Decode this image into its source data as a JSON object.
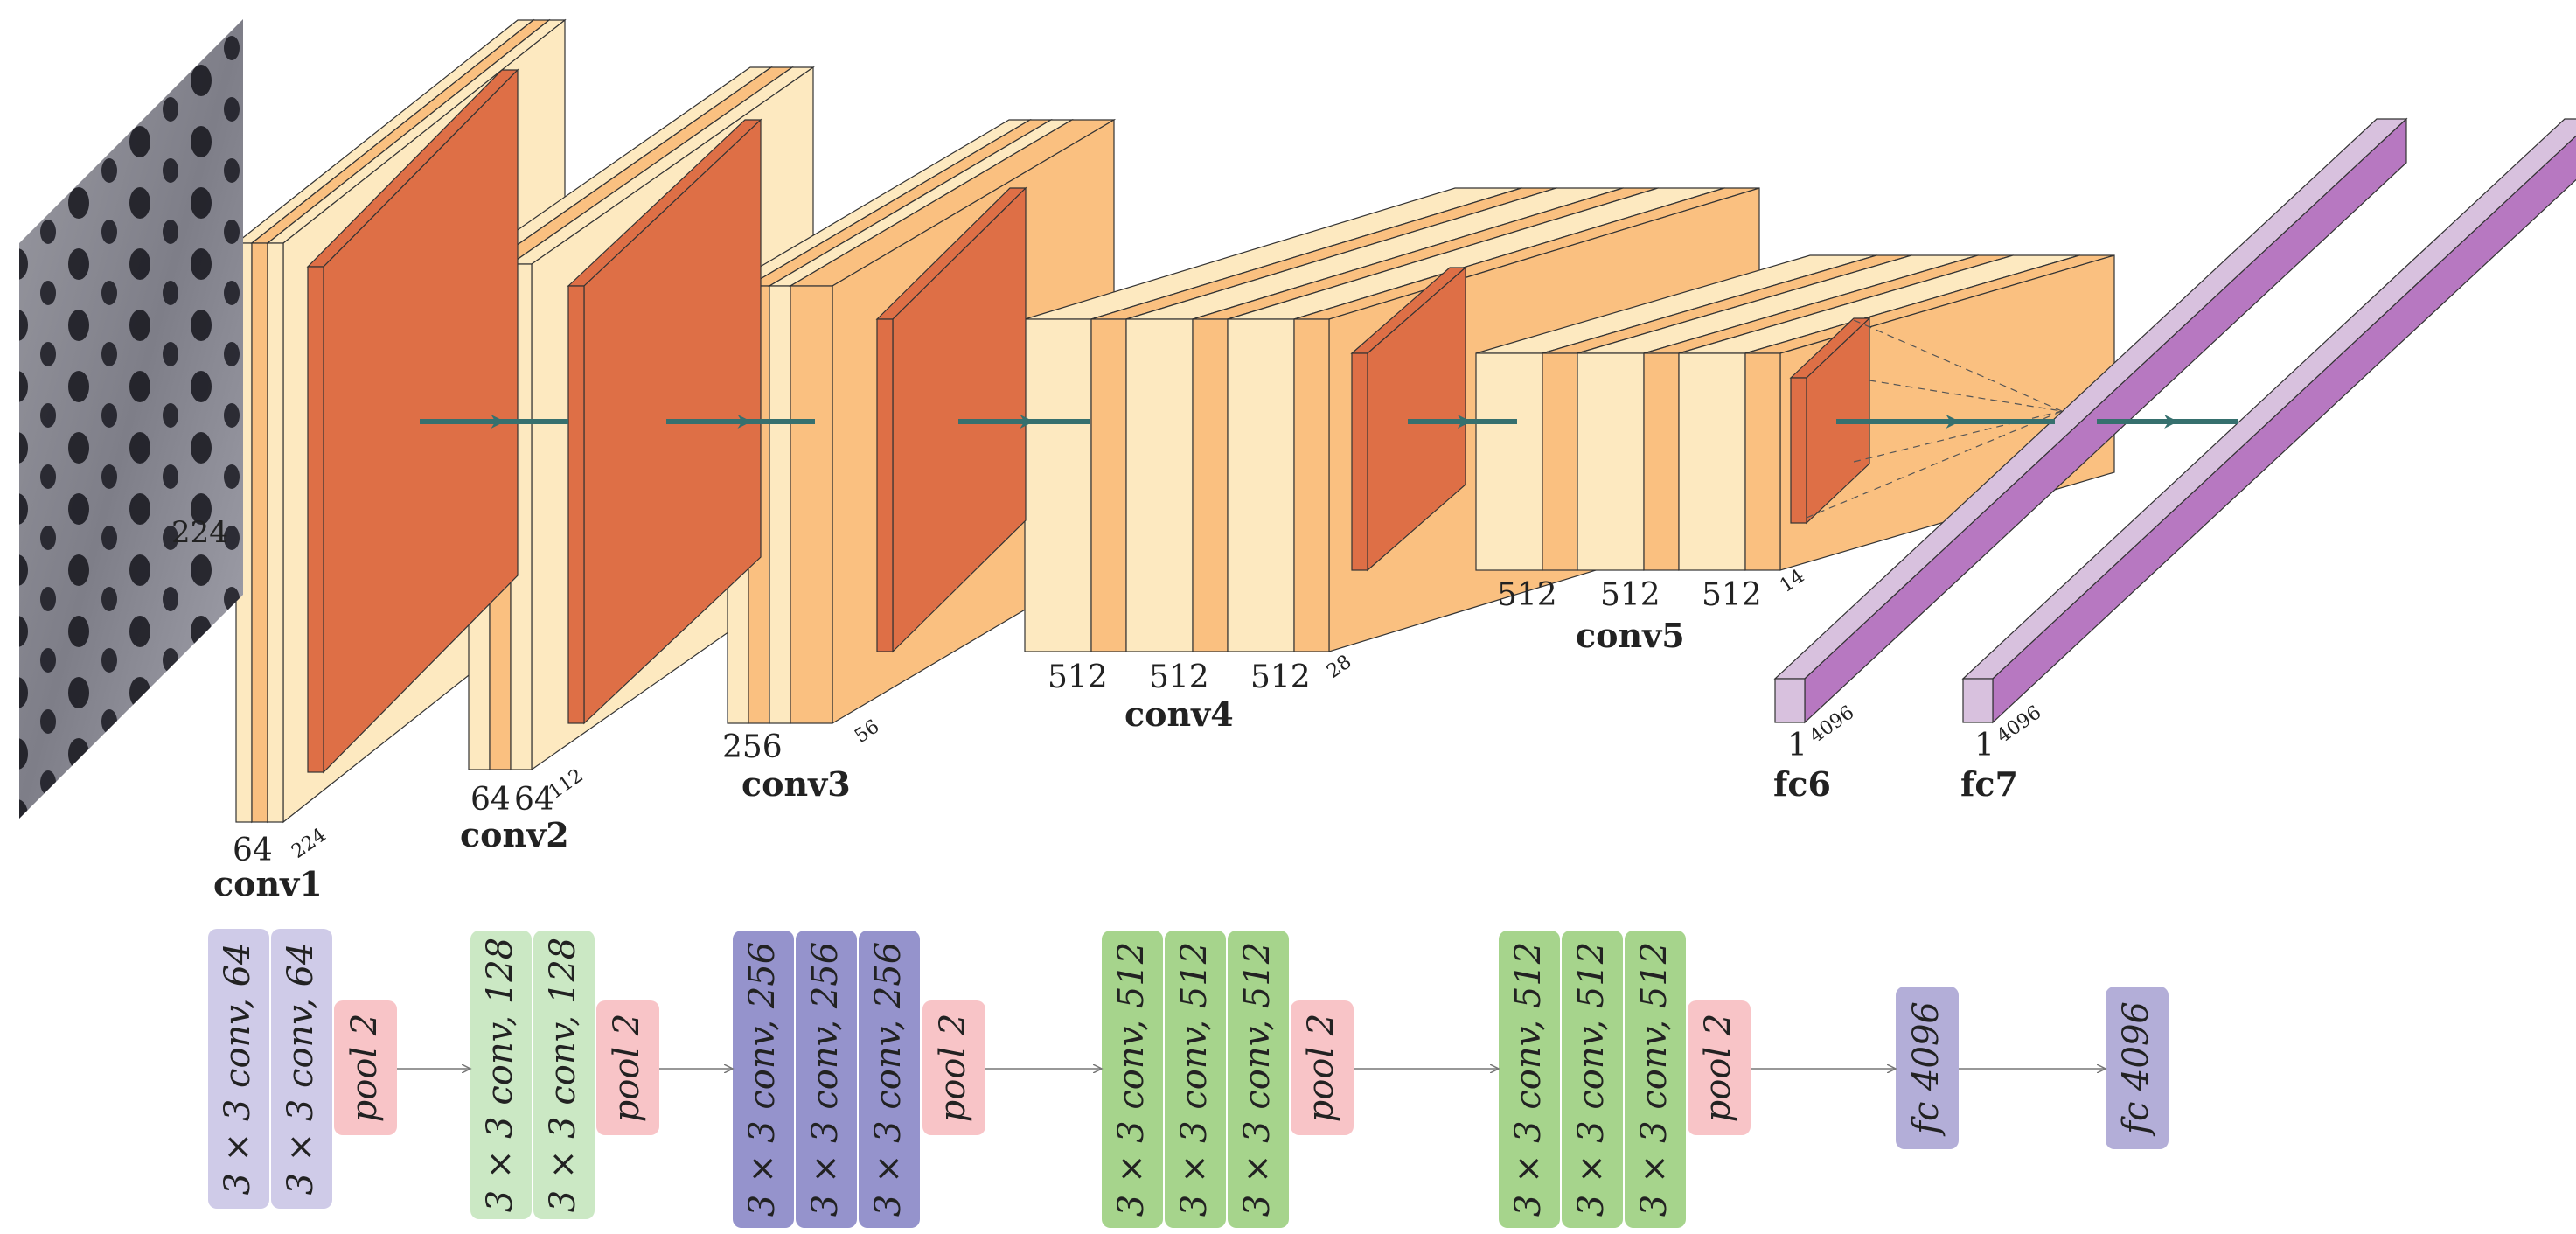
{
  "colors": {
    "conv_light": "#fde9c0",
    "conv_mid": "#fac080",
    "pool": "#de6f46",
    "fc_purple": "#b778c1",
    "fc_light": "#d8c1de",
    "arrow": "#36706e",
    "block_lavender": "#cfcbe8",
    "block_lightgreen": "#cbe8c4",
    "block_purple": "#9593cc",
    "block_green": "#a6d48c",
    "block_pink": "#f8c4c7",
    "block_fc": "#b3aed8"
  },
  "input_image": {
    "icon": "perforated-texture-image",
    "size_label": "224"
  },
  "layers": [
    {
      "id": "conv1",
      "name": "conv1",
      "channel_labels": [
        "64"
      ],
      "size_label": "224"
    },
    {
      "id": "conv2",
      "name": "conv2",
      "channel_labels": [
        "64",
        "64"
      ],
      "size_label": "112"
    },
    {
      "id": "conv3",
      "name": "conv3",
      "channel_labels": [
        "256"
      ],
      "size_label": "56"
    },
    {
      "id": "conv4",
      "name": "conv4",
      "channel_labels": [
        "512",
        "512",
        "512"
      ],
      "size_label": "28"
    },
    {
      "id": "conv5",
      "name": "conv5",
      "channel_labels": [
        "512",
        "512",
        "512"
      ],
      "size_label": "14"
    },
    {
      "id": "fc6",
      "name": "fc6",
      "channel_labels": [
        "1"
      ],
      "size_label": "4096"
    },
    {
      "id": "fc7",
      "name": "fc7",
      "channel_labels": [
        "1"
      ],
      "size_label": "4096"
    }
  ],
  "block_groups": [
    {
      "color": "block_lavender",
      "blocks": [
        "3 × 3 conv, 64",
        "3 × 3 conv, 64"
      ]
    },
    {
      "color": "block_lightgreen",
      "blocks": [
        "3 × 3 conv, 128",
        "3 × 3 conv, 128"
      ]
    },
    {
      "color": "block_purple",
      "blocks": [
        "3 × 3 conv, 256",
        "3 × 3 conv, 256",
        "3 × 3 conv, 256"
      ]
    },
    {
      "color": "block_green",
      "blocks": [
        "3 × 3 conv, 512",
        "3 × 3 conv, 512",
        "3 × 3 conv, 512"
      ]
    },
    {
      "color": "block_green",
      "blocks": [
        "3 × 3 conv, 512",
        "3 × 3 conv, 512",
        "3 × 3 conv, 512"
      ]
    }
  ],
  "pool_label": "pool 2",
  "fc_blocks": [
    "fc 4096",
    "fc 4096"
  ]
}
